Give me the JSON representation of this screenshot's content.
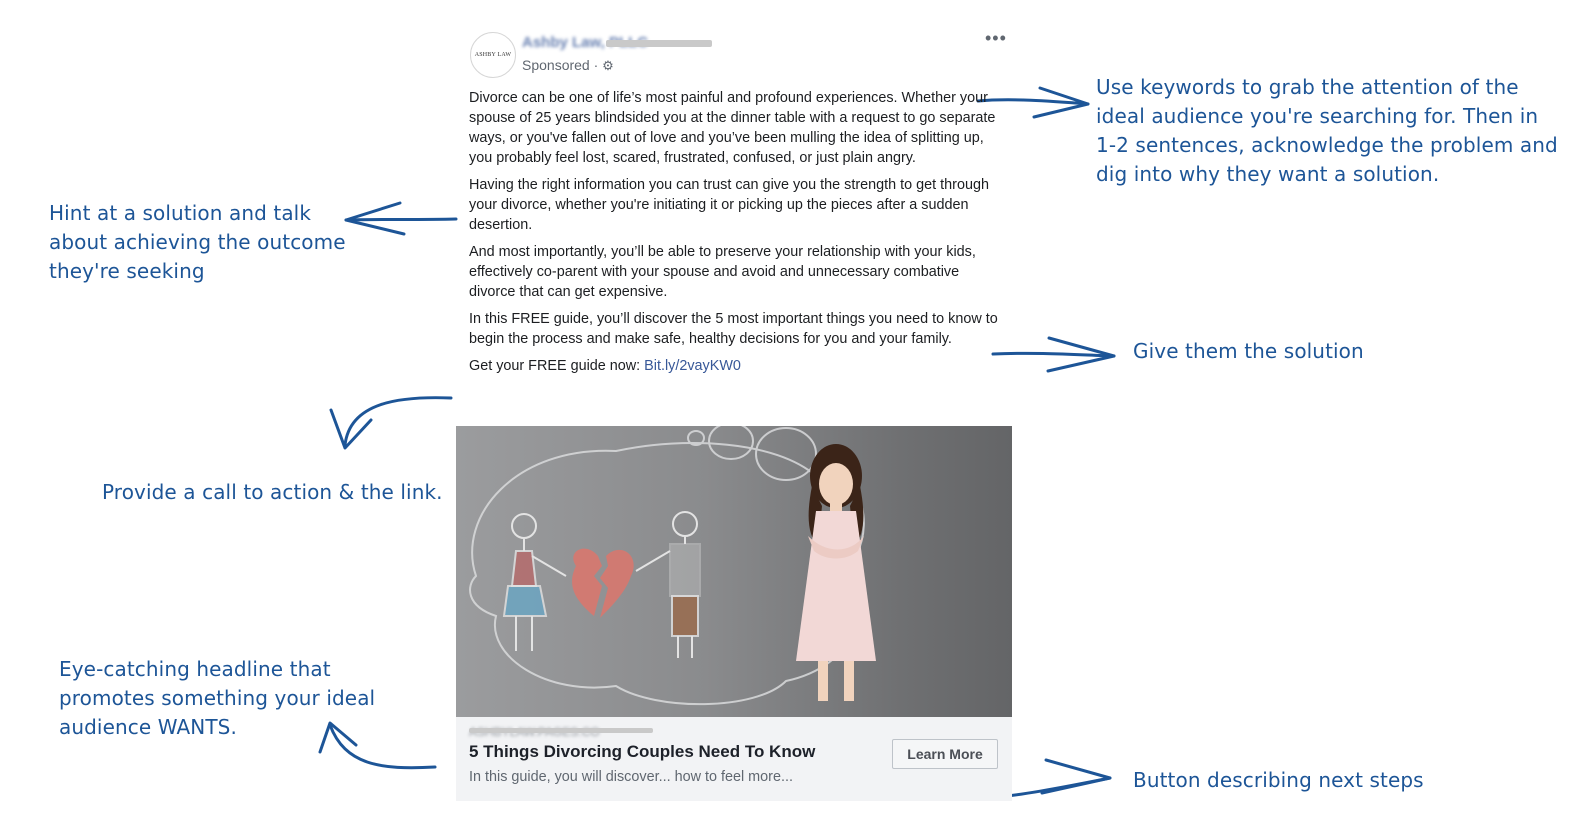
{
  "post": {
    "avatar_text": "ASHBY LAW",
    "page_name": "Ashby Law, PLLC",
    "sponsored": "Sponsored ·",
    "gear_icon": "gear-icon",
    "more": "•••",
    "paragraphs": [
      "Divorce can be one of life’s most painful and profound experiences. Whether your spouse of 25 years blindsided you at the dinner table with a request to go separate ways, or you've fallen out of love and you’ve been mulling the idea of splitting up, you probably feel lost, scared, frustrated, confused, or just plain angry.",
      "Having the right information you can trust can give you the strength to get through your divorce, whether you're initiating it or picking up the pieces after a sudden desertion.",
      "And most importantly, you’ll be able to preserve your relationship with your kids, effectively co-parent with your spouse and avoid and unnecessary combative divorce that can get expensive.",
      "In this FREE guide, you’ll discover the 5 most important things you need to know to begin the process and make safe, healthy decisions for you and your family."
    ],
    "cta_text": "Get your FREE guide now: ",
    "cta_link": "Bit.ly/2vayKW0",
    "link_domain": "ASHBYLAW.PAGES.CO",
    "link_headline": "5 Things Divorcing Couples Need To Know",
    "link_description": "In this guide, you will discover... how to feel more...",
    "button_label": "Learn More"
  },
  "annotations": {
    "keywords": [
      "Use keywords to grab the attention of the",
      "ideal audience you're searching for. Then in",
      "1-2 sentences, acknowledge the problem and",
      "dig into why they want a solution."
    ],
    "hint": [
      "Hint at a solution and talk",
      "about achieving the outcome",
      "they're seeking"
    ],
    "solution": "Give them the solution",
    "call_to_action": "Provide a call to action & the link.",
    "headline": [
      "Eye-catching headline that",
      "promotes something your ideal",
      "audience WANTS."
    ],
    "button": "Button describing next steps"
  },
  "colors": {
    "annotation": "#1d5597",
    "link": "#385898"
  }
}
